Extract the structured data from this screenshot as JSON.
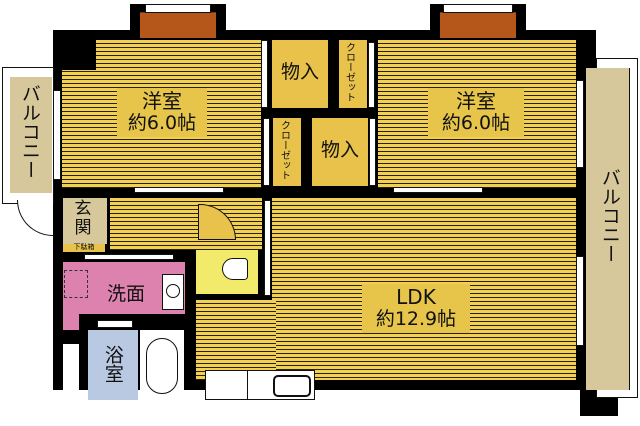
{
  "floorplan": {
    "rooms": {
      "western_room_left": {
        "name": "洋室",
        "size": "約6.0帖"
      },
      "western_room_right": {
        "name": "洋室",
        "size": "約6.0帖"
      },
      "storage_top": {
        "name": "物入"
      },
      "storage_mid": {
        "name": "物入"
      },
      "closet_top": {
        "name": "クローゼット"
      },
      "closet_mid": {
        "name": "クローゼット"
      },
      "ldk": {
        "name": "LDK",
        "size": "約12.9帖"
      },
      "entrance": {
        "name": "玄関",
        "shoe_box": "下駄箱"
      },
      "washroom": {
        "name": "洗面"
      },
      "bathroom": {
        "name": "浴室"
      },
      "balcony_left": {
        "name": "バルコニー"
      },
      "balcony_right": {
        "name": "バルコニー"
      }
    },
    "colors": {
      "wall": "#000000",
      "floor": "#f2cf55",
      "balcony": "#d6c89a",
      "washroom": "#dd82ae",
      "bathroom": "#b9c9e2",
      "toilet": "#f2ea6a",
      "top_bay": "#b5561a"
    }
  }
}
